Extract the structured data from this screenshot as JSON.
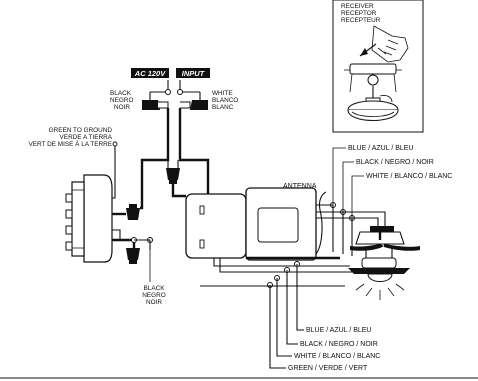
{
  "receiver_box": {
    "lines": [
      "RECEIVER",
      "RECEPTOR",
      "RECEPTEUR"
    ]
  },
  "supply": {
    "ac_label": "AC 120V",
    "input_label": "INPUT",
    "black": [
      "BLACK",
      "NEGRO",
      "NOIR"
    ],
    "white": [
      "WHITE",
      "BLANCO",
      "BLANC"
    ]
  },
  "ground": [
    "GREEN TO GROUND",
    "VERDE A TIERRA",
    "VERT DE MISE À LA TERRE"
  ],
  "fan_black": [
    "BLACK",
    "NEGRO",
    "NOIR"
  ],
  "antenna_label": "ANTENNA",
  "top_right": [
    "BLUE / AZUL / BLEU",
    "BLACK / NEGRO / NOIR",
    "WHITE / BLANCO / BLANC"
  ],
  "bottom": [
    "BLUE / AZUL / BLEU",
    "BLACK / NEGRO / NOIR",
    "WHITE / BLANCO / BLANC",
    "GREEN / VERDE / VERT"
  ],
  "colors": {
    "ink": "#111111",
    "background": "#ffffff"
  }
}
